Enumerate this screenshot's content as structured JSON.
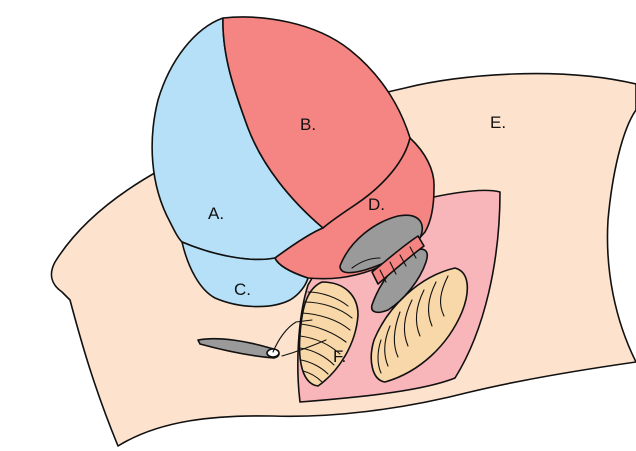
{
  "labels": {
    "a": "A.",
    "b": "B.",
    "c": "C.",
    "d": "D.",
    "e": "E.",
    "f": "F."
  },
  "colors": {
    "skin": "#fde3cd",
    "region_a": "#b5e0f7",
    "region_b": "#f58582",
    "region_c": "#b5e0f7",
    "region_d": "#f58582",
    "region_f": "#f9b6ba",
    "gray": "#9a9a9a",
    "striated": "#f8d8a8",
    "outline": "#111111"
  }
}
